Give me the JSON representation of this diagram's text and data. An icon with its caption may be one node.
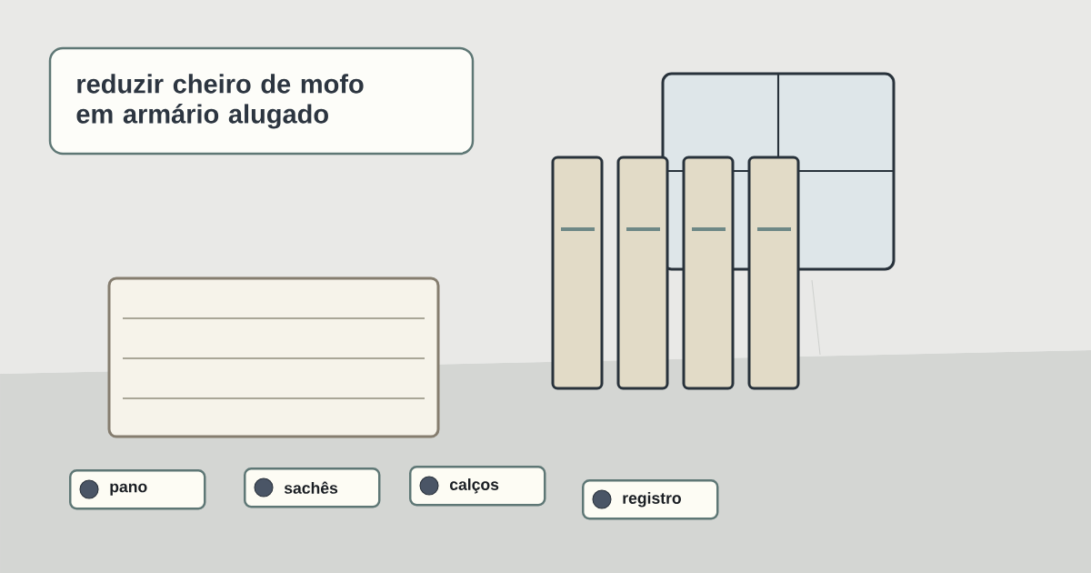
{
  "diagram": {
    "title": "reduzir cheiro de mofo em armário alugado",
    "nodes": [
      {
        "text": [
          "pano"
        ]
      },
      {
        "text": [
          "sachês"
        ]
      },
      {
        "text": [
          "calços"
        ]
      },
      {
        "text": [
          "registro"
        ]
      }
    ]
  }
}
